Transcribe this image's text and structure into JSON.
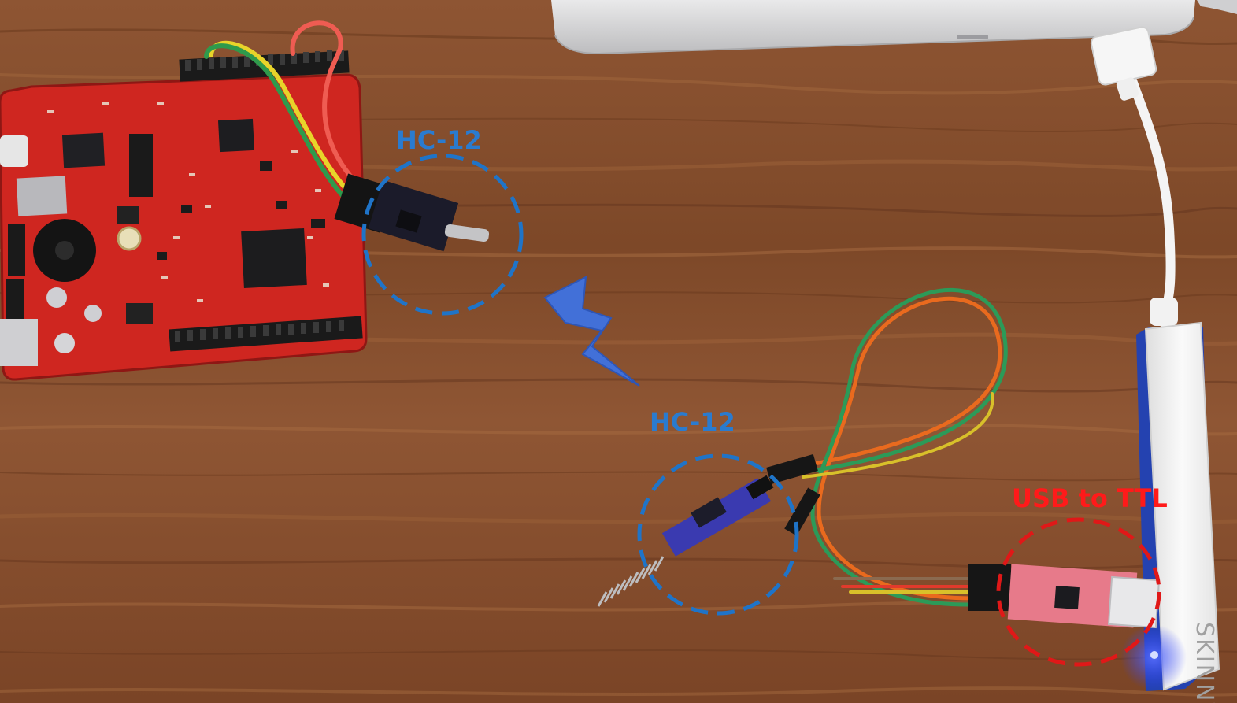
{
  "annotations": {
    "hc12_top": "HC-12",
    "hc12_bottom": "HC-12",
    "usb_ttl": "USB to TTL"
  },
  "board": {
    "silkscreen": ""
  },
  "usb_hub": {
    "brand": "SKINNY"
  },
  "colors": {
    "wood_base": "#8a5330",
    "wood_dark": "#6b3b1f",
    "wood_light": "#a3683e",
    "board_red": "#d42a22",
    "board_red_dark": "#a81d18",
    "hc12_circle": "#1f74c8",
    "hc12_label": "#2a7bcf",
    "usb_circle": "#e01818",
    "usb_label": "#ff1a1a",
    "lightning": "#3f6fd6",
    "laptop": "#d9d9da",
    "hub_white": "#f3f3f3",
    "hub_blue": "#2542b5",
    "led_blue": "#3d5bff"
  },
  "icons": {
    "wireless": "lightning-bolt-icon"
  }
}
